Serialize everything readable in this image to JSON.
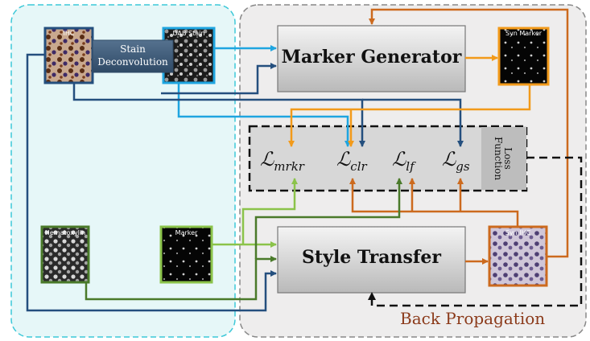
{
  "thumbnails": {
    "ihc": "IHC",
    "dab": "DAB Stain",
    "hema": "Hematoxylin",
    "marker": "Marker",
    "syn_marker": "Syn Marker",
    "syn_ihc": "Syn IHC"
  },
  "stain_deconvolution": "Stain Deconvolution",
  "marker_generator": "Marker Generator",
  "style_transfer": "Style Transfer",
  "loss_function": "Loss Function",
  "back_propagation": "Back Propagation",
  "losses": {
    "mrkr": "mrkr",
    "clr": "clr",
    "lf": "lf",
    "gs": "gs"
  },
  "colors": {
    "left_panel_border": "#3cc8d8",
    "left_panel_fill": "#e6f7f8",
    "right_panel_border": "#888888",
    "right_panel_fill": "#eeeded",
    "light_blue_arrow": "#1fa5e0",
    "dark_blue_arrow": "#244f7e",
    "orange_arrow": "#f29a1a",
    "dark_orange_arrow": "#cc6a1e",
    "light_green_arrow": "#8bc34a",
    "dark_green_arrow": "#4a7a2a",
    "back_prop_text": "#8b3a1a"
  }
}
